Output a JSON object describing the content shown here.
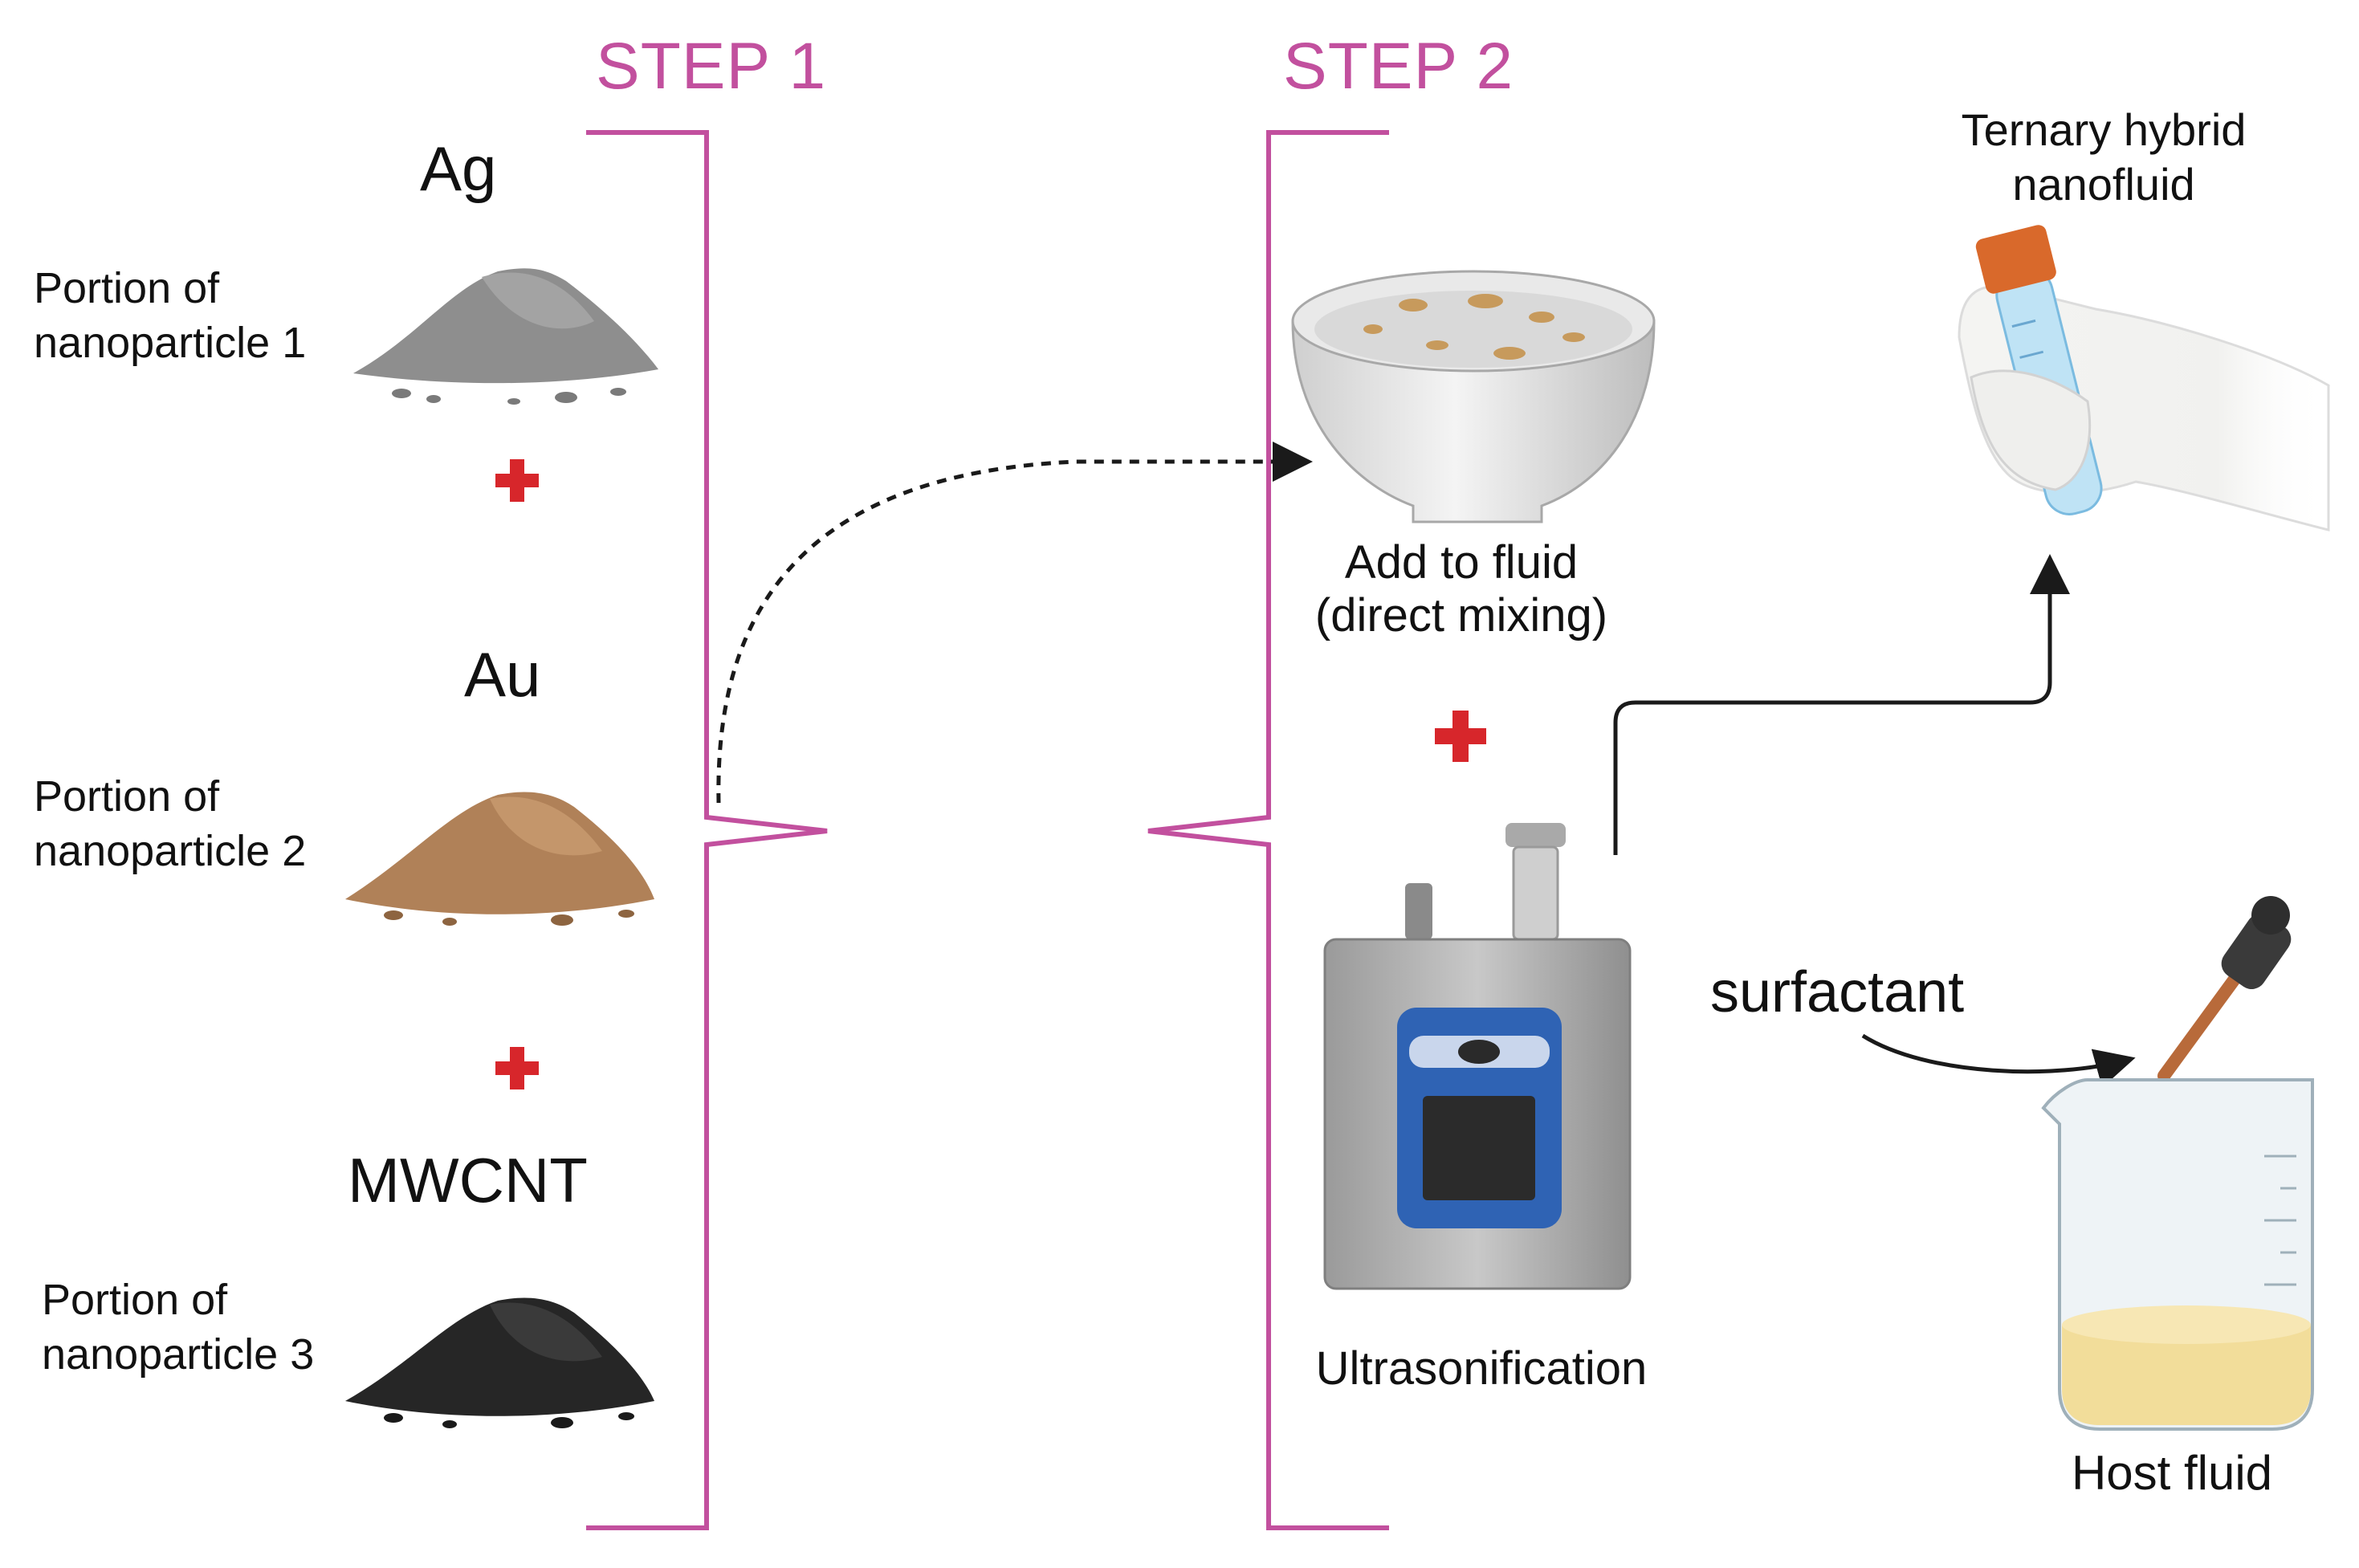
{
  "steps": {
    "step1": "STEP 1",
    "step2": "STEP 2"
  },
  "nanoparticles": [
    {
      "name": "Ag",
      "portion_line1": "Portion of",
      "portion_line2": "nanoparticle 1",
      "color": "#8e8e8e"
    },
    {
      "name": "Au",
      "portion_line1": "Portion of",
      "portion_line2": "nanoparticle 2",
      "color": "#b08158"
    },
    {
      "name": "MWCNT",
      "portion_line1": "Portion of",
      "portion_line2": "nanoparticle 3",
      "color": "#262626"
    }
  ],
  "mixing": {
    "line1": "Add to fluid",
    "line2": "(direct mixing)"
  },
  "ultrasonic": {
    "label": "Ultrasonification"
  },
  "product": {
    "line1": "Ternary hybrid",
    "line2": "nanofluid"
  },
  "surfactant": {
    "label": "surfactant"
  },
  "host": {
    "label": "Host fluid"
  },
  "colors": {
    "accent": "#c2509e",
    "plus": "#d7262b",
    "arrow": "#1a1a1a",
    "device_blue": "#2f63b4",
    "fluid": "#f2dd9a",
    "cap": "#d9692b"
  }
}
